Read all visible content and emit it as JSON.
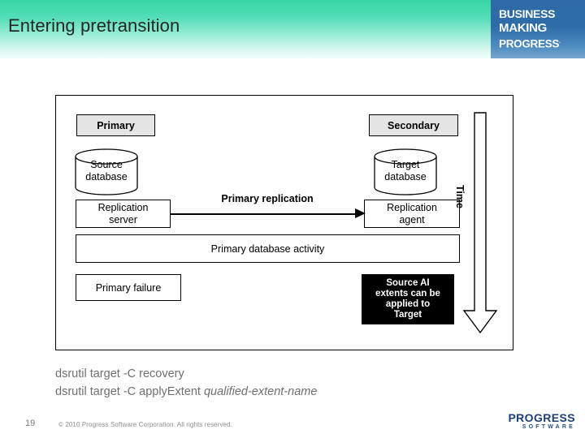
{
  "header": {
    "title": "Entering pretransition",
    "logo": {
      "line1": "BUSINESS",
      "line2": "MAKING",
      "line3": "PROGRESS",
      "tm": "."
    }
  },
  "diagram": {
    "primary_pill": "Primary",
    "secondary_pill": "Secondary",
    "source_db_line1": "Source",
    "source_db_line2": "database",
    "target_db_line1": "Target",
    "target_db_line2": "database",
    "repl_server_line1": "Replication",
    "repl_server_line2": "server",
    "repl_agent_line1": "Replication",
    "repl_agent_line2": "agent",
    "primary_replication_caption": "Primary replication",
    "activity_box": "Primary database activity",
    "primary_failure": "Primary failure",
    "source_ai_line1": "Source AI",
    "source_ai_line2": "extents can be",
    "source_ai_line3": "applied to",
    "source_ai_line4": "Target",
    "time_label": "Time"
  },
  "commands": {
    "line1": "dsrutil target -C recovery",
    "line2_prefix": "dsrutil target -C applyExtent ",
    "line2_italic": "qualified-extent-name"
  },
  "footer": {
    "page_number": "19",
    "copyright": "© 2010 Progress Software Corporation. All rights reserved.",
    "logo_main": "PROGRESS",
    "logo_sub": "SOFTWARE"
  },
  "colors": {
    "header_gradient_top": "#37d6a6",
    "header_gradient_bottom": "#f2fdfb",
    "logo_blue": "#2d6ca8",
    "title_text": "#262626",
    "command_text": "#6f6f6f",
    "pill_fill": "#e4e4e4",
    "source_ai_fill": "#000000",
    "footer_logo": "#1d3f73"
  }
}
